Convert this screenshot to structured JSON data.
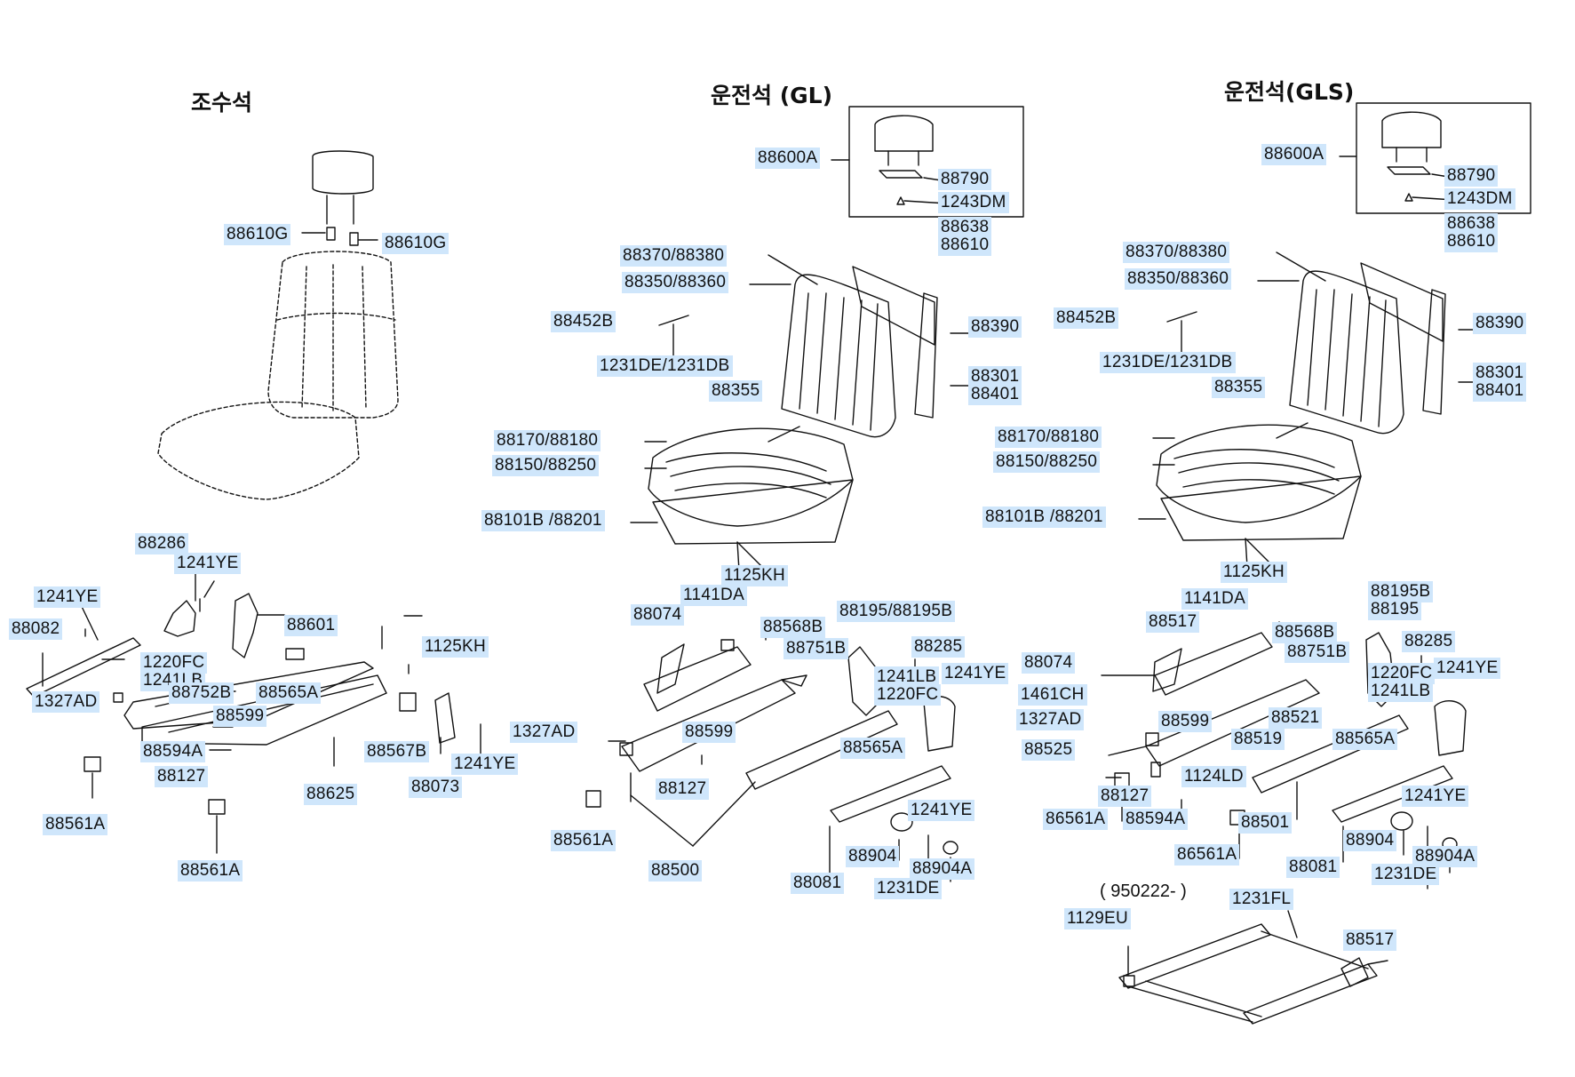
{
  "sections": {
    "passenger": {
      "title": "조수석"
    },
    "driver_gl": {
      "title": "운전석 (GL)"
    },
    "driver_gls": {
      "title": "운전석(GLS)"
    }
  },
  "note": "( 950222- )",
  "labels": {
    "l01": "88610G",
    "l02": "88610G",
    "l03": "88286",
    "l04": "1241YE",
    "l05": "1241YE",
    "l06": "88082",
    "l07": "88601",
    "l08": "1220FC",
    "l09": "1241LB",
    "l10": "88752B",
    "l11": "88565A",
    "l12": "1327AD",
    "l13": "88599",
    "l14": "1125KH",
    "l15": "88594A",
    "l16": "88127",
    "l17": "88567B",
    "l18": "1241YE",
    "l19": "88625",
    "l20": "88073",
    "l21": "88561A",
    "l22": "88561A",
    "g01": "88600A",
    "g02": "88790",
    "g03": "1243DM",
    "g04": "88638",
    "g05": "88610",
    "g06": "88370/88380",
    "g07": "88350/88360",
    "g08": "88390",
    "g09": "88452B",
    "g10": "1231DE/1231DB",
    "g11": "88301",
    "g12": "88401",
    "g13": "88355",
    "g14": "88170/88180",
    "g15": "88150/88250",
    "g16": "88101B /88201",
    "g17": "1125KH",
    "g18": "1141DA",
    "g19": "88195/88195B",
    "g20": "88074",
    "g21": "88568B",
    "g22": "88751B",
    "g23": "88285",
    "g24": "1241LB",
    "g25": "1241YE",
    "g26": "1220FC",
    "g27": "1327AD",
    "g28": "88599",
    "g29": "88565A",
    "g30": "88127",
    "g31": "1241YE",
    "g32": "88561A",
    "g33": "88904",
    "g34": "88904A",
    "g35": "88500",
    "g36": "88081",
    "g37": "1231DE",
    "s01": "88600A",
    "s02": "88790",
    "s03": "1243DM",
    "s04": "88638",
    "s05": "88610",
    "s06": "88370/88380",
    "s07": "88350/88360",
    "s08": "88390",
    "s09": "88452B",
    "s10": "1231DE/1231DB",
    "s11": "88301",
    "s12": "88401",
    "s13": "88355",
    "s14": "88170/88180",
    "s15": "88150/88250",
    "s16": "88101B /88201",
    "s17": "1125KH",
    "s18": "1141DA",
    "s19": "88195B",
    "s20": "88195",
    "s21": "88517",
    "s22": "88568B",
    "s23": "88285",
    "s24": "88074",
    "s25": "88751B",
    "s26": "1241YE",
    "s27": "1461CH",
    "s28": "1220FC",
    "s29": "1241LB",
    "s30": "1327AD",
    "s31": "88599",
    "s32": "88521",
    "s33": "88525",
    "s34": "88519",
    "s35": "88565A",
    "s36": "1124LD",
    "s37": "88127",
    "s38": "86561A",
    "s39": "88594A",
    "s40": "88501",
    "s41": "1241YE",
    "s42": "88904",
    "s43": "86561A",
    "s44": "88081",
    "s45": "1231DE",
    "s46": "88904A",
    "s47": "1231FL",
    "s48": "1129EU",
    "s49": "88517"
  }
}
